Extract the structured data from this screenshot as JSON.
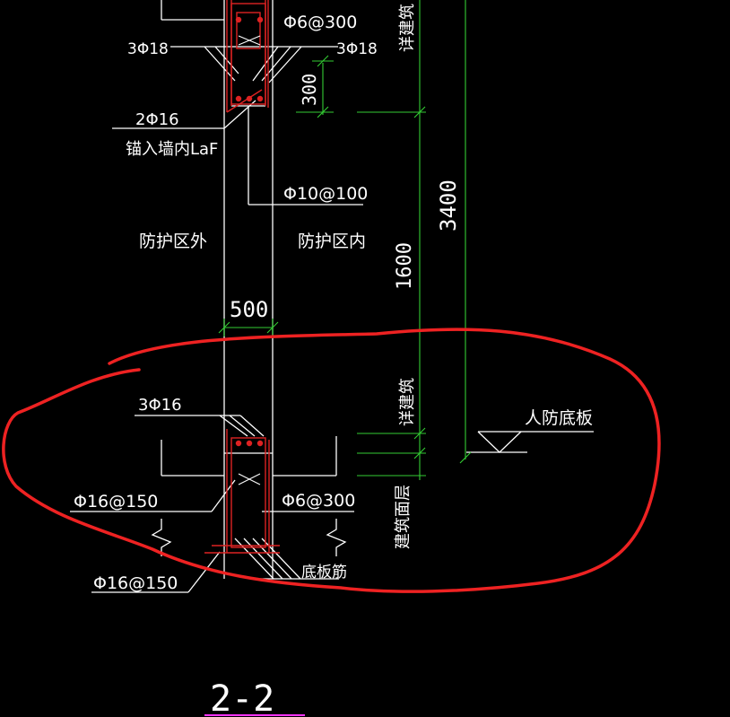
{
  "drawing": {
    "colors": {
      "background": "#000000",
      "line": "#ffffff",
      "dimension": "#33cc33",
      "rebar": "#dd2222",
      "highlight": "#ee2222",
      "title_underline": "#ff33ff"
    },
    "labels": {
      "rebar_3phi18_left": "3Φ18",
      "rebar_3phi18_right": "3Φ18",
      "stirrup_top": "Φ6@300",
      "rebar_2phi16": "2Φ16",
      "anchor_note": "锚入墙内LaF",
      "wall_rebar": "Φ10@100",
      "outside_zone": "防护区外",
      "inside_zone": "防护区内",
      "rebar_3phi16": "3Φ16",
      "rebar_phi16_left": "Φ16@150",
      "stirrup_bottom": "Φ6@300",
      "rebar_phi16_bottom": "Φ16@150",
      "floor_rebar": "底板筋",
      "see_arch_top": "详建筑",
      "see_arch_mid": "详建筑",
      "arch_layer": "建筑面层",
      "civil_defense_slab": "人防底板",
      "section_title": "2-2"
    },
    "dimensions": {
      "d300": "300",
      "d3400": "3400",
      "d1600": "1600",
      "d500": "500"
    }
  }
}
